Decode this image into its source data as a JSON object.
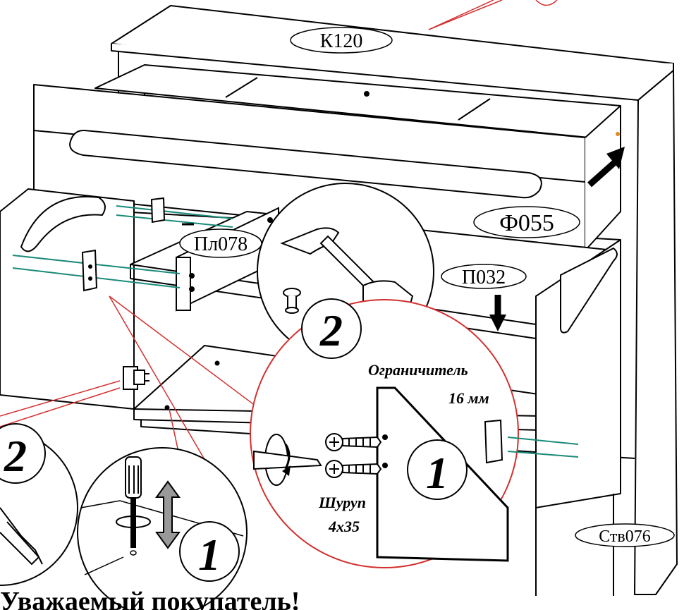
{
  "part_labels": {
    "top": "К120",
    "drawer_front": "Ф055",
    "shelf": "Пл078",
    "guide": "П032",
    "door": "Ств076"
  },
  "step_numbers": {
    "hammer_step": "2",
    "stopper_step": "1",
    "left_step": "2",
    "screwdriver_step": "1"
  },
  "stopper_label": {
    "line1": "Ограничитель",
    "line2": "16 мм"
  },
  "screw_label": {
    "line1": "Шуруп",
    "line2": "4x35"
  },
  "footer": {
    "heading": "Уважаемый покупатель!"
  },
  "colors": {
    "line": "#000000",
    "callout": "#d32f2f",
    "rail": "#1a8a7a",
    "arrow_gray": "#999999"
  }
}
